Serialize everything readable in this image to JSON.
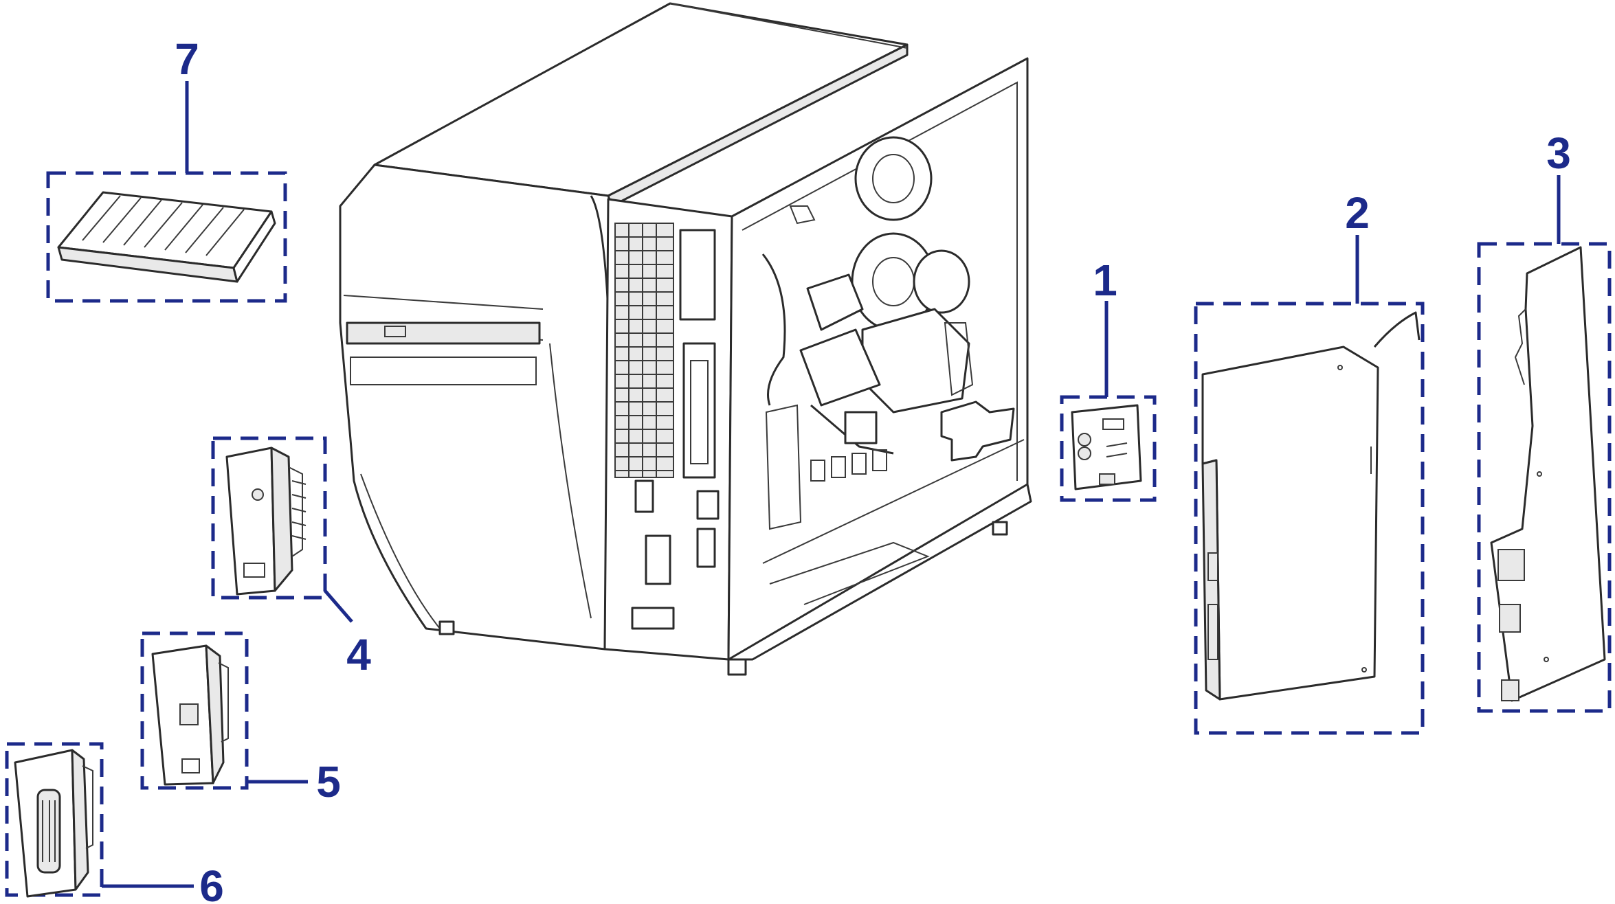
{
  "colors": {
    "callout": "#1c2a8a",
    "drawing_line": "#2b2b2b",
    "background": "#ffffff"
  },
  "callouts": [
    {
      "id": "1",
      "label": "1"
    },
    {
      "id": "2",
      "label": "2"
    },
    {
      "id": "3",
      "label": "3"
    },
    {
      "id": "4",
      "label": "4"
    },
    {
      "id": "5",
      "label": "5"
    },
    {
      "id": "6",
      "label": "6"
    },
    {
      "id": "7",
      "label": "7"
    }
  ]
}
